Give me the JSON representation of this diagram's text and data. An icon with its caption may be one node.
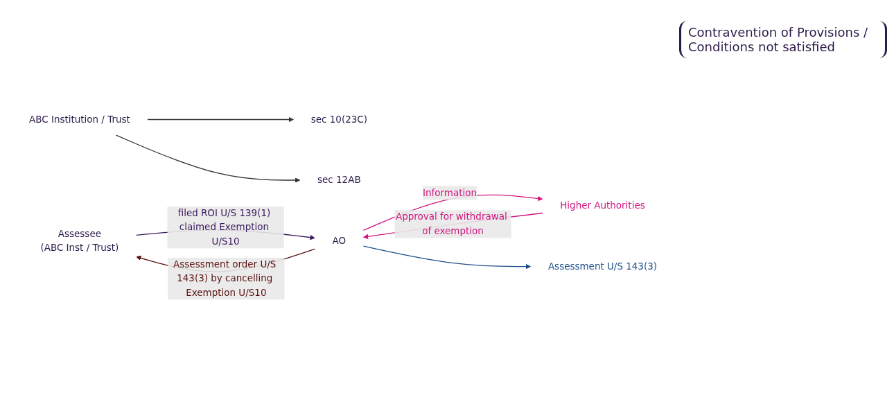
{
  "diagram": {
    "nodes": [
      {
        "text": [
          "ABC Institution / Trust"
        ]
      },
      {
        "text": [
          "sec 10(23C)"
        ]
      },
      {
        "text": [
          "sec 12AB"
        ]
      },
      {
        "text": [
          "Assessee"
        ],
        "beside": [
          "(ABC Inst / Trust)"
        ]
      },
      {
        "text": [
          "AO"
        ]
      },
      {
        "text": [
          "Higher Authorities"
        ]
      },
      {
        "text": [
          "Assessment U/S 143(3)"
        ]
      }
    ],
    "edges": [
      {
        "from": 0,
        "to": 1,
        "arrow": "to"
      },
      {
        "from": 0,
        "to": 2,
        "arrow": "to"
      },
      {
        "from": 3,
        "to": 4,
        "arrow": "to",
        "label": "filed ROI U/S 139(1) claimed Exemption U/S10",
        "color": "#3a1a5c"
      },
      {
        "from": 4,
        "to": 3,
        "arrow": "to",
        "label": "Assessment order U/S 143(3) by cancelling Exemption U/S10",
        "color": "#5a1010"
      },
      {
        "from": 4,
        "to": 5,
        "arrow": "to",
        "label": "Information",
        "color": "#d0157f"
      },
      {
        "from": 5,
        "to": 4,
        "arrow": "to",
        "label": "Approval for withdrawal of exemption",
        "color": "#d0157f"
      },
      {
        "from": 4,
        "to": 6,
        "arrow": "to",
        "color": "#1f4e8c"
      }
    ],
    "labels": [
      "Contravention of Provisions / Conditions not satisfied"
    ]
  }
}
